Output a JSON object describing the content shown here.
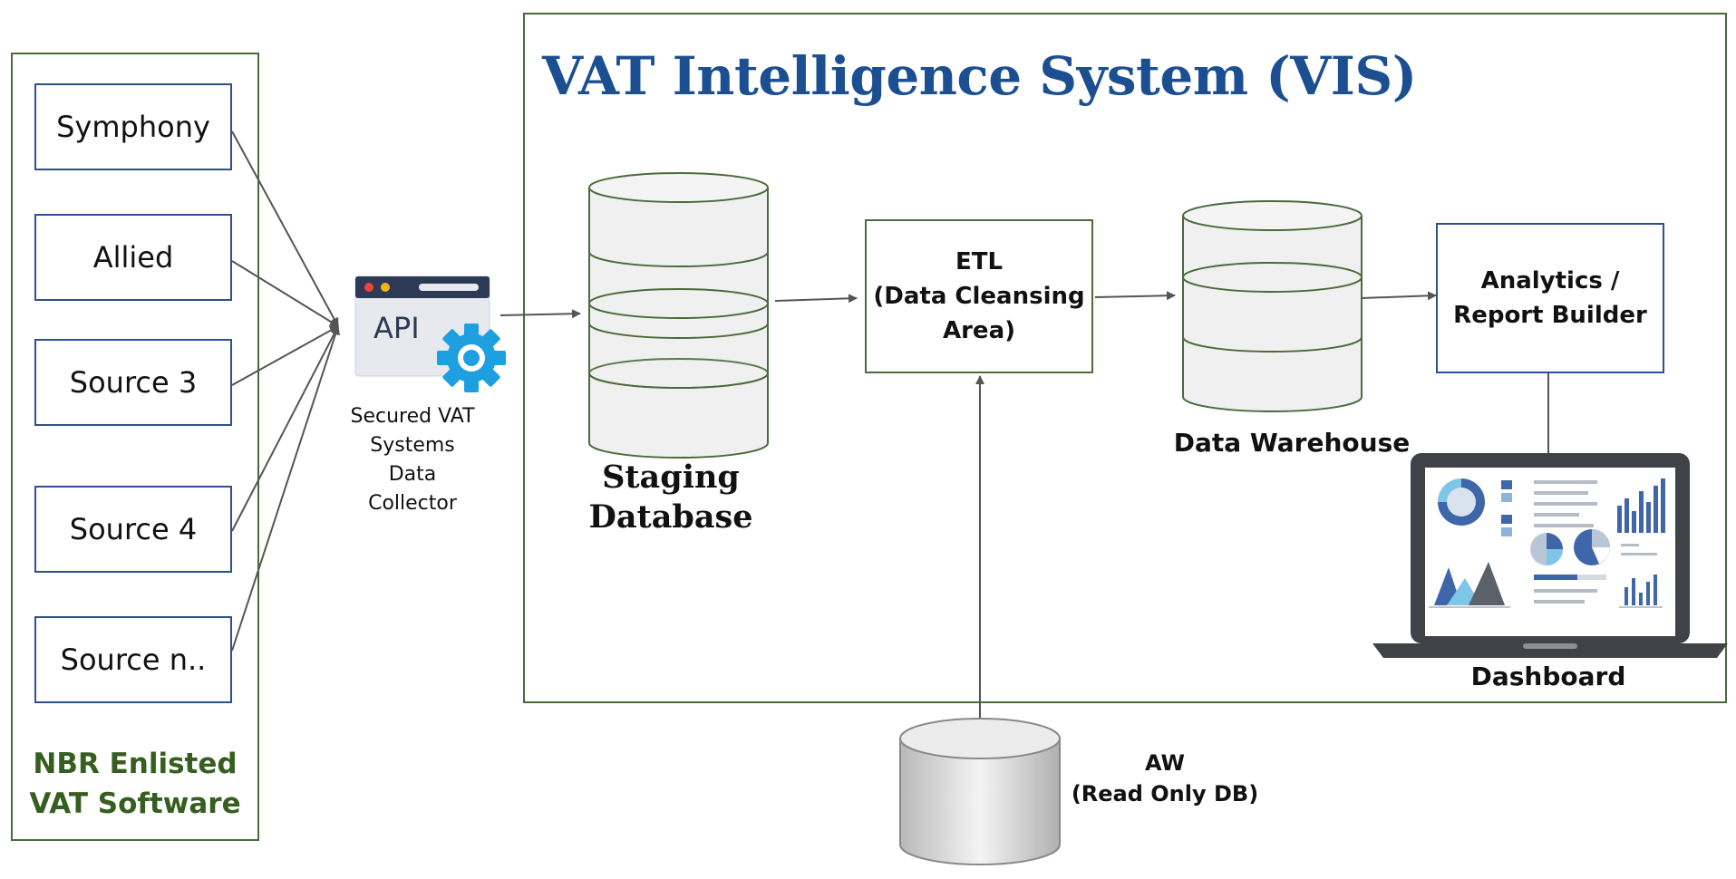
{
  "title": "VAT Intelligence System (VIS)",
  "sources": {
    "items": [
      "Symphony",
      "Allied",
      "Source 3",
      "Source 4",
      "Source n.."
    ],
    "caption_line1": "NBR Enlisted",
    "caption_line2": "VAT Software"
  },
  "api": {
    "icon_text": "API",
    "caption_lines": [
      "Secured VAT",
      "Systems",
      "Data",
      "Collector"
    ]
  },
  "staging": {
    "line1": "Staging",
    "line2": "Database"
  },
  "etl": {
    "line1": "ETL",
    "line2": "(Data Cleansing",
    "line3": "Area)"
  },
  "warehouse": {
    "label": "Data Warehouse"
  },
  "analytics": {
    "line1": "Analytics /",
    "line2": "Report Builder"
  },
  "dashboard": {
    "label": "Dashboard"
  },
  "aw": {
    "line1": "AW",
    "line2": "(Read Only DB)"
  },
  "colors": {
    "source_border": "#2f4f8f",
    "frame_green": "#4a6b3a",
    "title_blue": "#1c4f91",
    "caption_green": "#365e1f",
    "db_fill": "#f0f0f0",
    "gear_blue": "#1e9fe0"
  }
}
